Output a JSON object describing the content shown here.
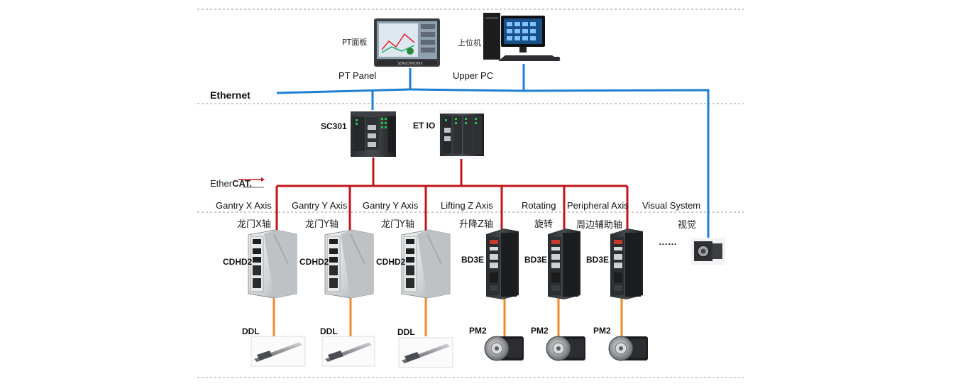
{
  "top_devices": {
    "pt_cn": "PT面板",
    "pt_en": "PT Panel",
    "pc_cn": "上位机",
    "pc_en": "Upper PC"
  },
  "network": {
    "ethernet_label": "Ethernet",
    "ethercat_label_a": "Ether",
    "ethercat_label_b": "CAT.",
    "ethernet_color": "#1f7fd0",
    "ethercat_color": "#c0151b",
    "cable_color": "#ef8a2a"
  },
  "controllers": {
    "sc_label": "SC301",
    "etio_label": "ET IO"
  },
  "axes": [
    {
      "en": "Gantry X Axis",
      "cn": "龙门X轴",
      "drive": "CDHD2",
      "motor": "DDL"
    },
    {
      "en": "Gantry Y Axis",
      "cn": "龙门Y轴",
      "drive": "CDHD2",
      "motor": "DDL"
    },
    {
      "en": "Gantry Y Axis",
      "cn": "龙门Y轴",
      "drive": "CDHD2",
      "motor": "DDL"
    },
    {
      "en": "Lifting Z Axis",
      "cn": "升降Z轴",
      "drive": "BD3E",
      "motor": "PM2"
    },
    {
      "en": "Rotating",
      "cn": "旋转",
      "drive": "BD3E",
      "motor": "PM2"
    },
    {
      "en": "Peripheral Axis",
      "cn": "周边辅助轴",
      "drive": "BD3E",
      "motor": "PM2"
    }
  ],
  "visual": {
    "en": "Visual System",
    "cn": "视觉",
    "ellipsis": "……"
  },
  "icons": [
    "pt-panel-icon",
    "upper-pc-icon",
    "sc301-controller-icon",
    "et-io-module-icon",
    "cdhd2-drive-icon",
    "bd3e-drive-icon",
    "ddl-linear-motor-icon",
    "pm2-servo-motor-icon",
    "camera-icon"
  ]
}
